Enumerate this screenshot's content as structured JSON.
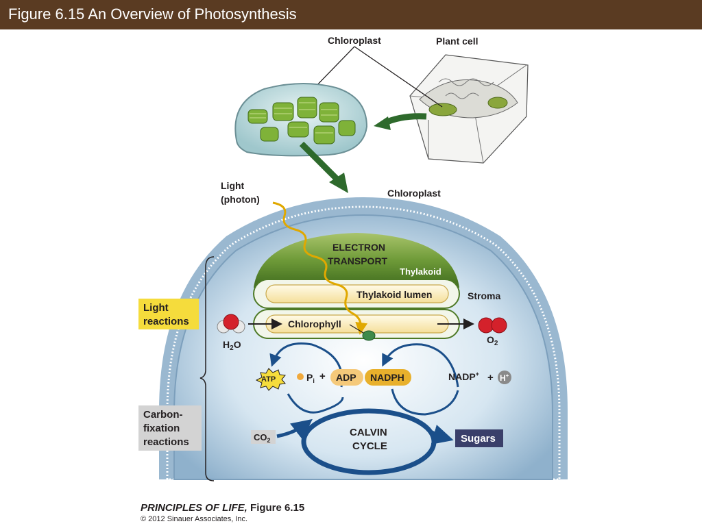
{
  "header": {
    "title": "Figure 6.15  An Overview of Photosynthesis"
  },
  "labels": {
    "chloroplast_top": "Chloroplast",
    "plant_cell": "Plant cell",
    "light_line1": "Light",
    "light_line2": "(photon)",
    "chloroplast_main": "Chloroplast",
    "electron_line1": "ELECTRON",
    "electron_line2": "TRANSPORT",
    "thylakoid": "Thylakoid",
    "thylakoid_lumen": "Thylakoid lumen",
    "stroma": "Stroma",
    "chlorophyll": "Chlorophyll",
    "light_reactions_line1": "Light",
    "light_reactions_line2": "reactions",
    "h2o": "H",
    "h2o_sub": "2",
    "h2o_tail": "O",
    "o2": "O",
    "o2_sub": "2",
    "atp": "ATP",
    "pi": "P",
    "pi_sub": "i",
    "plus": "+",
    "adp": "ADP",
    "nadph": "NADPH",
    "nadp": "NADP",
    "nadp_sup": "+",
    "h_plus": "H",
    "h_plus_sup": "+",
    "carbon_line1": "Carbon-",
    "carbon_line2": "fixation",
    "carbon_line3": "reactions",
    "co2": "CO",
    "co2_sub": "2",
    "calvin_line1": "CALVIN",
    "calvin_line2": "CYCLE",
    "sugars": "Sugars"
  },
  "credit": {
    "book": "PRINCIPLES OF LIFE,",
    "figure": " Figure 6.15",
    "copyright": "© 2012 Sinauer Associates, Inc."
  },
  "colors": {
    "title_bar": "#5a3b22",
    "label_box": "#f5dc3c",
    "carbon_box": "#d3d3d3",
    "cycle_blue": "#1b4f8a",
    "thylakoid_green": "#5c8c2a",
    "sugars_box": "#3a3f6a"
  }
}
